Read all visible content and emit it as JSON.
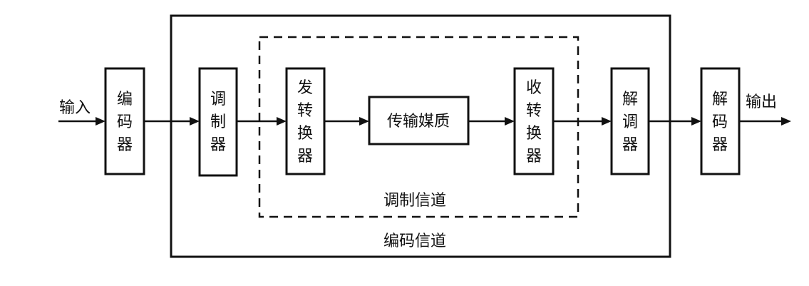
{
  "labels": {
    "input": "输入",
    "output": "输出",
    "modulation_channel": "调制信道",
    "coding_channel": "编码信道"
  },
  "blocks": [
    {
      "id": "encoder",
      "chars": [
        "编",
        "码",
        "器"
      ]
    },
    {
      "id": "modulator",
      "chars": [
        "调",
        "制",
        "器"
      ]
    },
    {
      "id": "tx-converter",
      "chars": [
        "发",
        "转",
        "换",
        "器"
      ]
    },
    {
      "id": "medium",
      "text": "传输媒质"
    },
    {
      "id": "rx-converter",
      "chars": [
        "收",
        "转",
        "换",
        "器"
      ]
    },
    {
      "id": "demodulator",
      "chars": [
        "解",
        "调",
        "器"
      ]
    },
    {
      "id": "decoder",
      "chars": [
        "解",
        "码",
        "器"
      ]
    }
  ]
}
